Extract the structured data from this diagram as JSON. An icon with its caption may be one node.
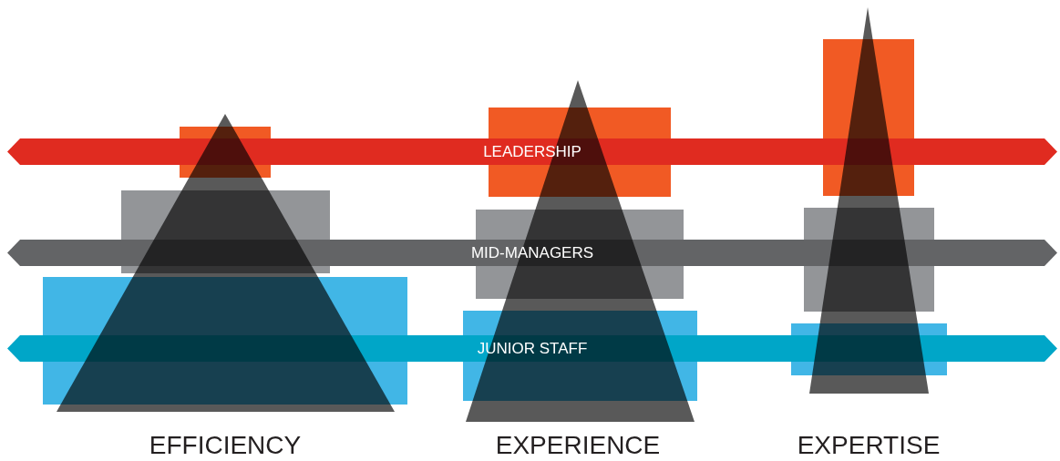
{
  "diagram": {
    "nodes": [
      {
        "text": [
          "LEADERSHIP"
        ]
      },
      {
        "text": [
          "MID-MANAGERS"
        ]
      },
      {
        "text": [
          "JUNIOR STAFF"
        ]
      }
    ],
    "edges": [],
    "labels": [
      "EFFICIENCY",
      "EXPERIENCE",
      "EXPERTISE"
    ]
  }
}
